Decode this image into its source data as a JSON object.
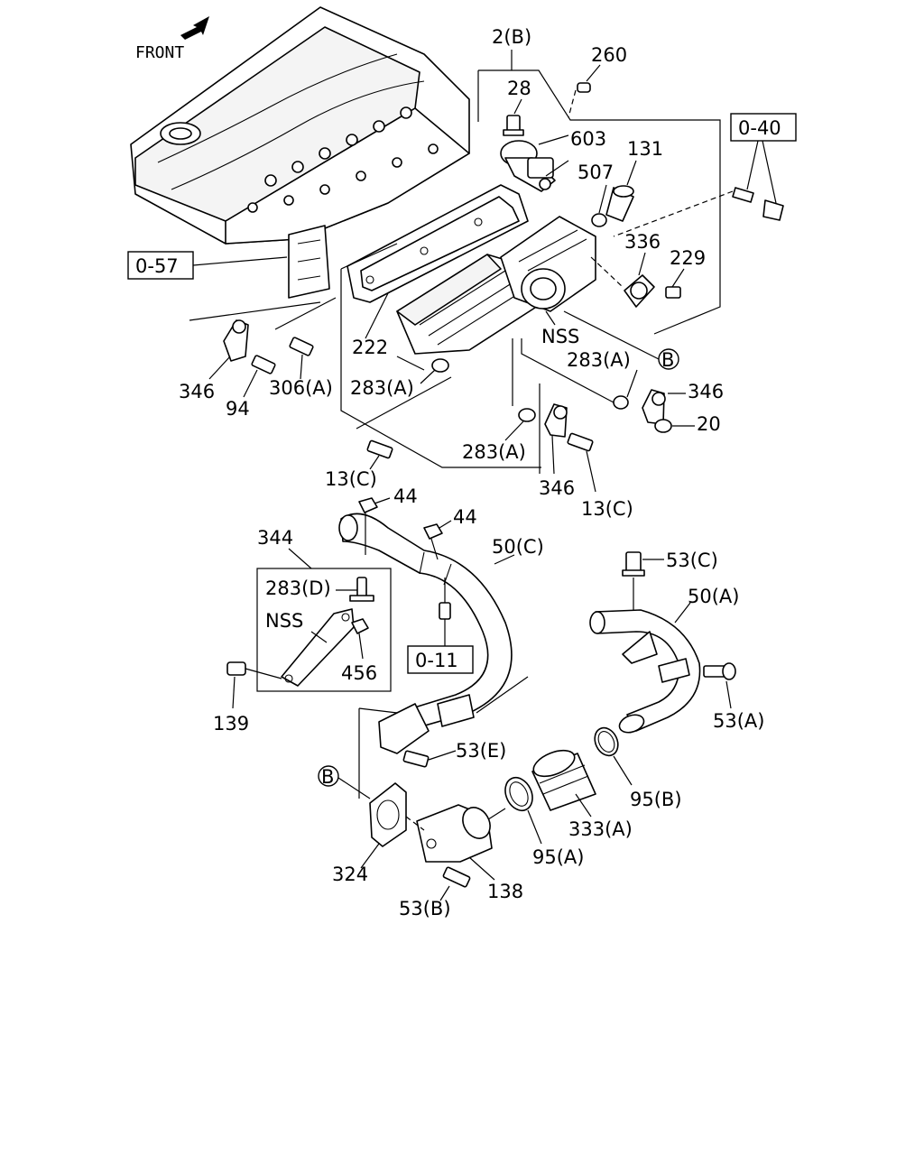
{
  "front_label": "FRONT",
  "ref_boxes": {
    "r040": "0-40",
    "r057": "0-57",
    "r011": "0-11"
  },
  "circle_marker": "B",
  "labels": {
    "l_2b": "2(B)",
    "l_260": "260",
    "l_28": "28",
    "l_603": "603",
    "l_131": "131",
    "l_507": "507",
    "l_336": "336",
    "l_229": "229",
    "l_nss_top": "NSS",
    "l_222": "222",
    "l_346_left": "346",
    "l_94": "94",
    "l_306a": "306(A)",
    "l_283a_left": "283(A)",
    "l_283a_right": "283(A)",
    "l_346_right": "346",
    "l_20": "20",
    "l_283a_mid": "283(A)",
    "l_13c_left": "13(C)",
    "l_346_mid": "346",
    "l_13c_right": "13(C)",
    "l_44_left": "44",
    "l_44_right": "44",
    "l_344": "344",
    "l_50c": "50(C)",
    "l_53c": "53(C)",
    "l_283d": "283(D)",
    "l_nss_bracket": "NSS",
    "l_456": "456",
    "l_50a": "50(A)",
    "l_139": "139",
    "l_53a": "53(A)",
    "l_53e": "53(E)",
    "l_95b": "95(B)",
    "l_333a": "333(A)",
    "l_324": "324",
    "l_95a": "95(A)",
    "l_138": "138",
    "l_53b": "53(B)"
  }
}
